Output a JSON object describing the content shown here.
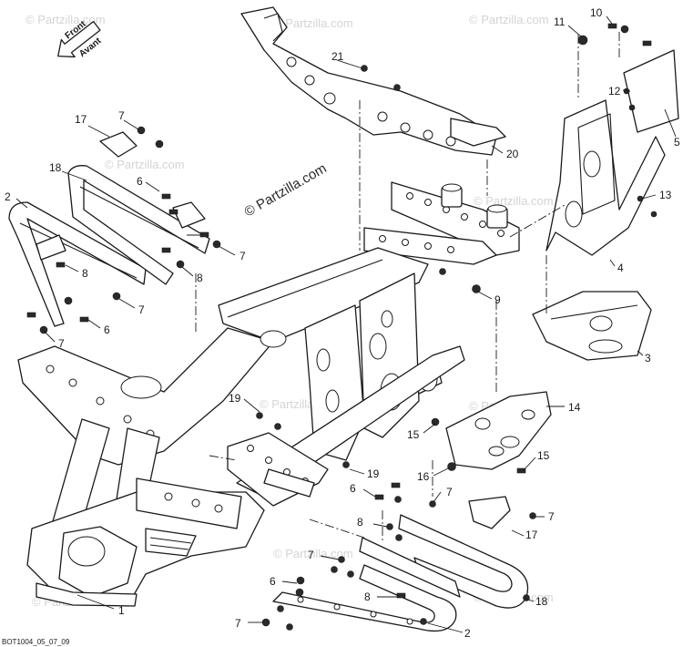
{
  "watermarks": {
    "main": "© Partzilla.com",
    "faint": "© Partzilla.com"
  },
  "direction_arrow": {
    "line1": "Front",
    "line2": "Avant"
  },
  "drawing_code": "BOT1004_05_07_09",
  "callouts": [
    "1",
    "2",
    "3",
    "4",
    "5",
    "6",
    "7",
    "8",
    "9",
    "10",
    "11",
    "12",
    "13",
    "14",
    "15",
    "16",
    "17",
    "18",
    "19",
    "20",
    "21"
  ]
}
